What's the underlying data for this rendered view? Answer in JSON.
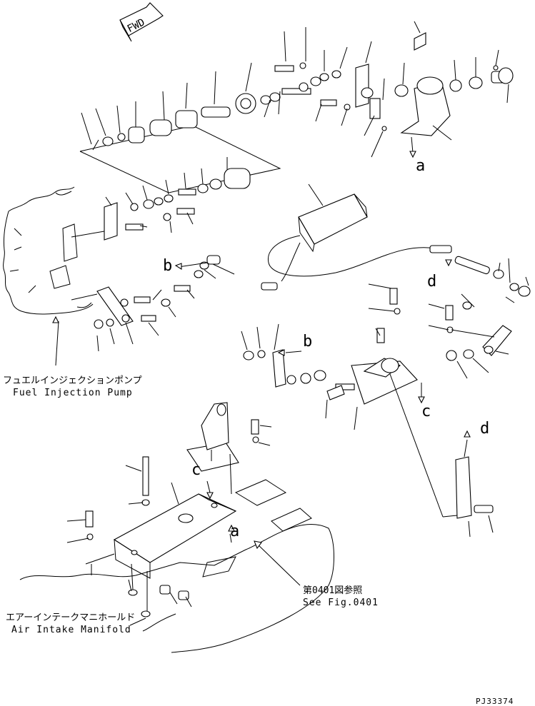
{
  "direction_marker": {
    "text": "FWD"
  },
  "labels": {
    "fuel_injection_pump_ja": "フュエルインジェクションポンプ",
    "fuel_injection_pump_en": "Fuel Injection Pump",
    "air_intake_manifold_ja": "エアーインテークマニホールド",
    "air_intake_manifold_en": "Air Intake Manifold",
    "see_fig_ja": "第0401図参照",
    "see_fig_en": "See Fig.0401"
  },
  "reference_letters": {
    "a_top": "a",
    "a_bottom": "a",
    "b_left": "b",
    "b_middle": "b",
    "c_right": "c",
    "c_bottom": "c",
    "d_middle": "d",
    "d_right": "d"
  },
  "drawing_code": "PJ33374"
}
